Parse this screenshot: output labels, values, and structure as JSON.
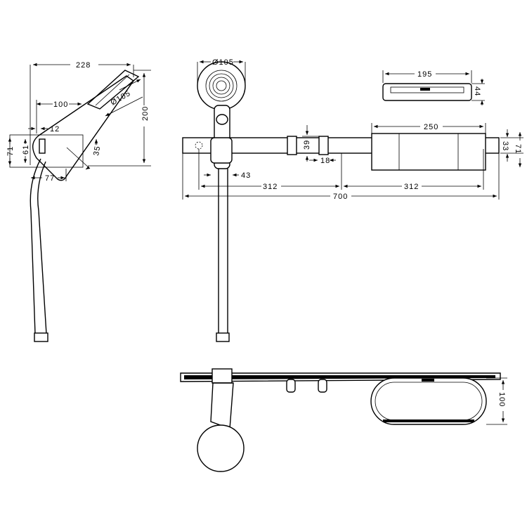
{
  "side_view": {
    "width_total": "228",
    "width_holder": "100",
    "offset": "12",
    "head_diameter": "Ø105",
    "height_total": "200",
    "height_base": "71",
    "height_inner": "61",
    "angle": "35°",
    "depth": "77"
  },
  "front_view": {
    "head_diameter": "Ø105",
    "soap_dish_width": "195",
    "soap_dish_height": "44",
    "shelf_width": "250",
    "hook_height": "39",
    "hook_width": "18",
    "slider_offset": "43",
    "span_left": "312",
    "span_right": "312",
    "rail_length": "700",
    "rail_end_height": "33",
    "rail_height": "71"
  },
  "top_view": {
    "shelf_depth": "100"
  },
  "colors": {
    "line": "#000000",
    "background": "#ffffff"
  }
}
